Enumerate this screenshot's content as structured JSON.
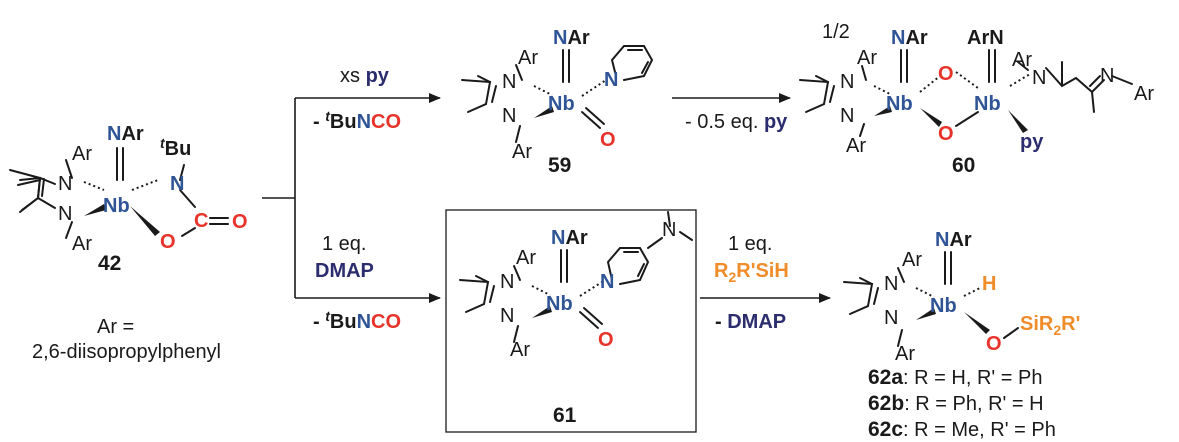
{
  "labels": {
    "NAr": "NAr",
    "Ar": "Ar",
    "ArN": "ArN",
    "N": "N",
    "Nb": "Nb",
    "O": "O",
    "C": "C",
    "H": "H",
    "tBu_sup": "t",
    "tBu": "Bu",
    "py": "py",
    "half": "1/2",
    "Ar_eq": "Ar  =",
    "Ar_def": "2,6-diisopropylphenyl",
    "OSi_si": "Si",
    "OSi_R": "R",
    "OSi_2": "2",
    "OSi_Rp": "R'"
  },
  "compounds": {
    "c42": "42",
    "c59": "59",
    "c60": "60",
    "c61": "61",
    "c62a": "62a",
    "c62b": "62b",
    "c62c": "62c"
  },
  "conditions": {
    "top_above_pre": "xs ",
    "top_above_py": "py",
    "byproduct_dash": "- ",
    "byproduct_sup": "t",
    "byproduct_bu": "Bu",
    "byproduct_n": "N",
    "byproduct_co": "CO",
    "step2_pre": "- 0.5 eq. ",
    "step2_py": "py",
    "bottom_eq": "1 eq.",
    "bottom_dmap": "DMAP",
    "step4_eq": "1 eq.",
    "step4_silane_r": "R",
    "step4_silane_2": "2",
    "step4_silane_rest": "R'SiH",
    "step4_minus": "- ",
    "step4_dmap": "DMAP"
  },
  "variants": {
    "v62a": ": R = H, R' = Ph",
    "v62b": ": R = Ph, R' = H",
    "v62c": ": R = Me, R' = Ph"
  },
  "colors": {
    "niobium_nitrogen": "#2f5597",
    "oxygen": "#e8332a",
    "silane": "#f08c2a",
    "pyridine_dmap": "#2b2d6e"
  }
}
